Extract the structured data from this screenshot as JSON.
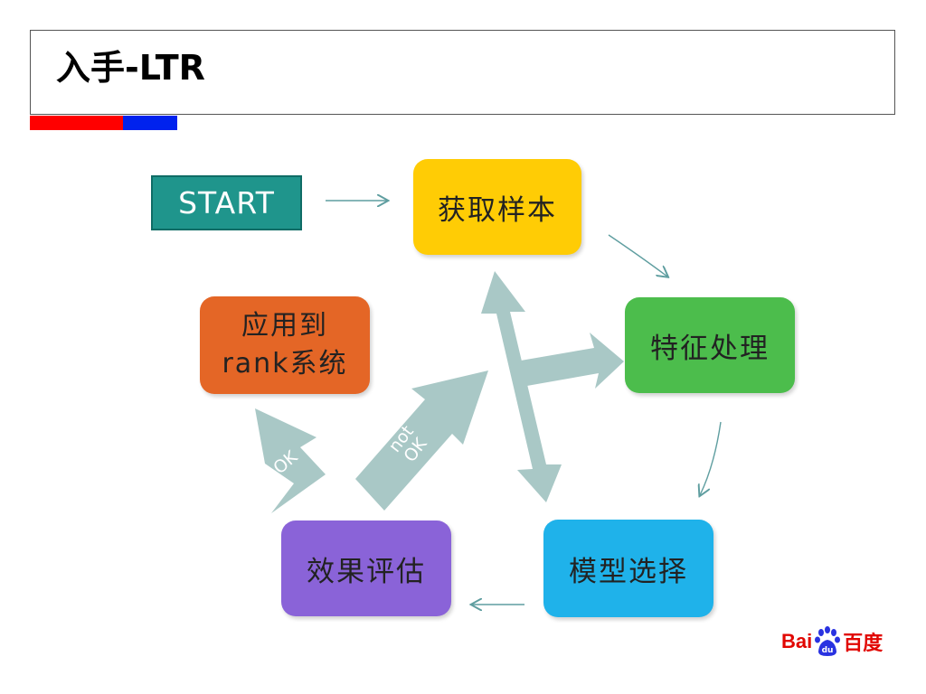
{
  "slide": {
    "title": "入手-LTR"
  },
  "diagram": {
    "start_label": "START",
    "nodes": {
      "sample": "获取样本",
      "feature": "特征处理",
      "model": "模型选择",
      "eval": "效果评估",
      "apply_line1": "应用到",
      "apply_line2_latin": "rank",
      "apply_line2_cn": "系统"
    },
    "arrow_labels": {
      "ok": "OK",
      "not": "not",
      "notok": "OK"
    },
    "colors": {
      "start": "#1f958c",
      "sample": "#ffcc05",
      "feature": "#4cbd4c",
      "model": "#1fb2ea",
      "eval": "#8a63d8",
      "apply": "#e46626",
      "big_arrow": "#a9c8c6",
      "flow_arrow": "#5f9ea0"
    }
  },
  "logo": {
    "brand_latin": "Bai",
    "brand_cn": "百度",
    "paw_text": "du",
    "icon": "baidu-paw-icon"
  },
  "decor": {
    "accent_red": "#ff0000",
    "accent_blue": "#0022ee"
  }
}
